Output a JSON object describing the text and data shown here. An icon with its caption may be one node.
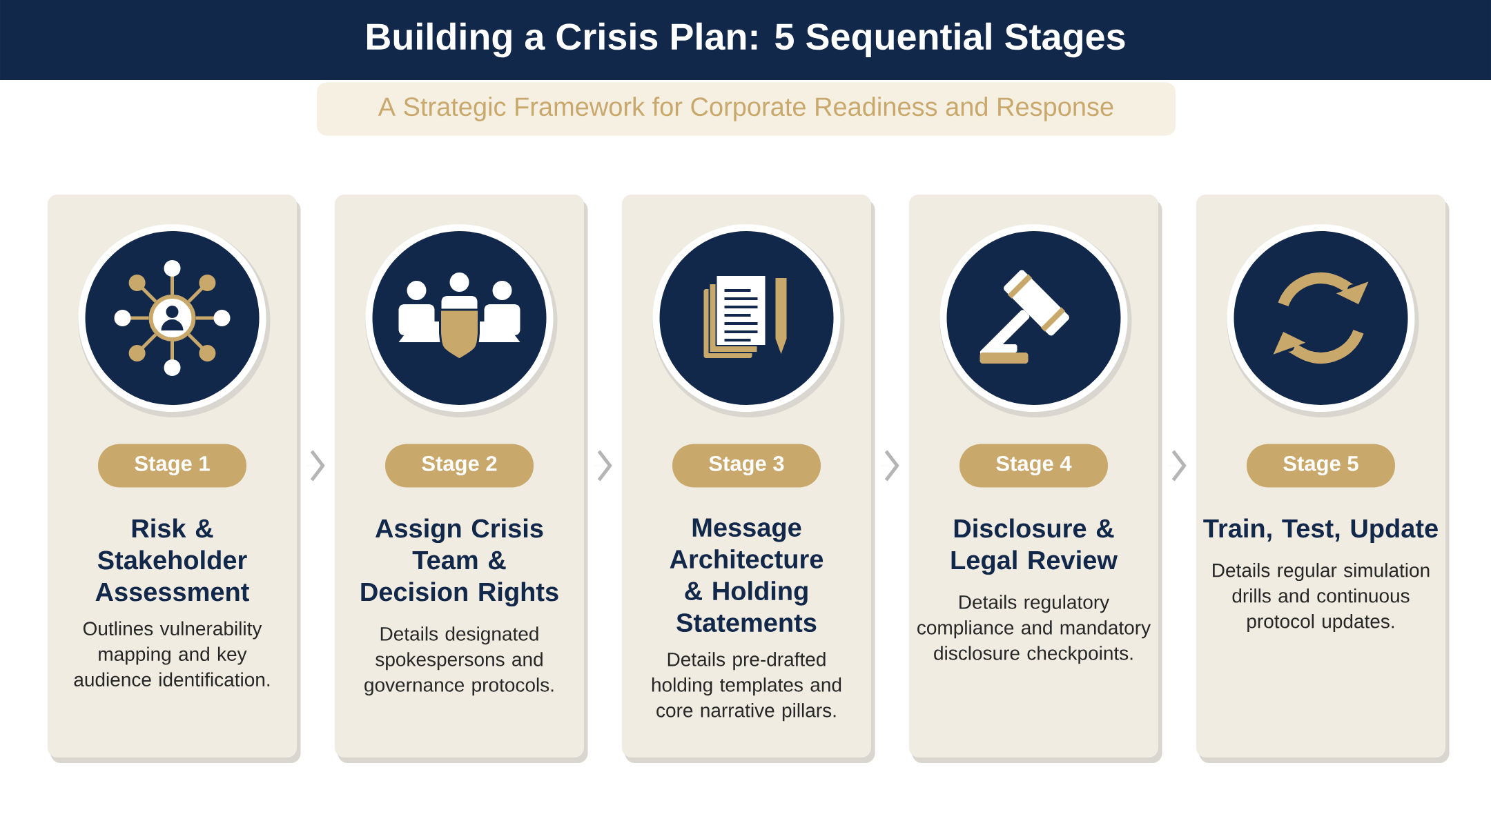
{
  "diagram": {
    "title": "Building a Crisis Plan: 5 Sequential Stages",
    "nodes": [
      {
        "text": [
          "Risk & Stakeholder Assessment",
          "Outlines vulnerability mapping and key audience identification."
        ]
      },
      {
        "text": [
          "Stage 1"
        ],
        "in": 0
      },
      {
        "text": [
          "Assign Crisis Team & Decision Rights",
          "Details designated spokespersons and governance protocols."
        ]
      },
      {
        "text": [
          "Stage 2"
        ],
        "in": 2
      },
      {
        "text": [
          "Message Architecture & Holding Statements",
          "Details pre-drafted holding templates and core narrative pillars."
        ]
      },
      {
        "text": [
          "Stage 3"
        ],
        "in": 4
      },
      {
        "text": [
          "Disclosure & Legal Review",
          "Details regulatory compliance and mandatory disclosure checkpoints."
        ]
      },
      {
        "text": [
          "Stage 4"
        ],
        "in": 6
      },
      {
        "text": [
          "Train, Test, Update",
          "Details regular simulation drills and continuous protocol updates."
        ]
      },
      {
        "text": [
          "Stage 5"
        ],
        "in": 8
      }
    ],
    "edges": [
      {
        "from": 0,
        "to": 2,
        "arrow": "to"
      },
      {
        "from": 2,
        "to": 4,
        "arrow": "to"
      },
      {
        "from": 4,
        "to": 6,
        "arrow": "to"
      },
      {
        "from": 6,
        "to": 8,
        "arrow": "to"
      }
    ],
    "labels": [
      "A Strategic Framework for Corporate Readiness and Response"
    ]
  }
}
